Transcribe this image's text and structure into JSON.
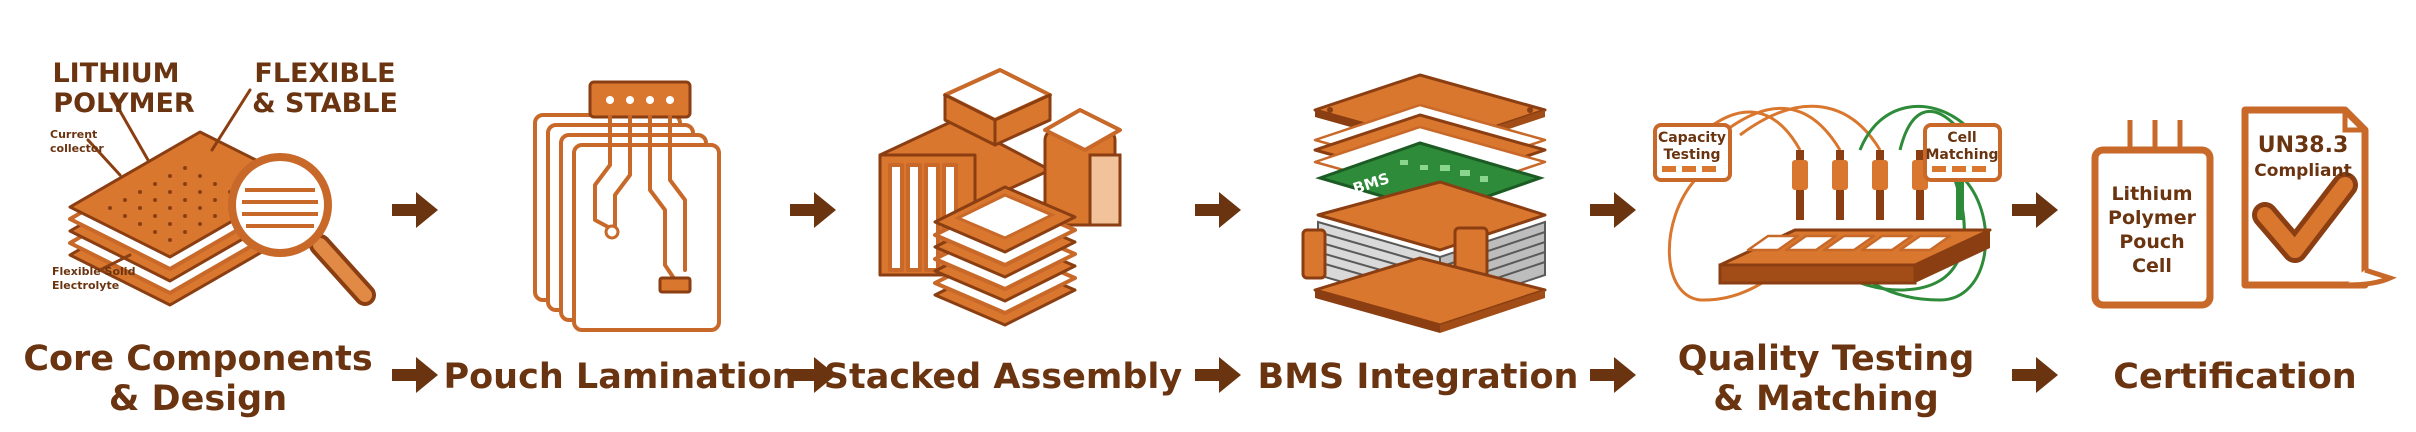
{
  "steps": [
    {
      "title_line1": "Core Components",
      "title_line2": "& Design",
      "callout_left_1": "LITHIUM",
      "callout_left_2": "POLYMER",
      "callout_right_1": "FLEXIBLE",
      "callout_right_2": "& STABLE",
      "label_collector_1": "Current",
      "label_collector_2": "collector",
      "label_electrolyte_1": "Flexible Solid",
      "label_electrolyte_2": "Electrolyte"
    },
    {
      "title": "Pouch Lamination"
    },
    {
      "title": "Stacked Assembly"
    },
    {
      "title": "BMS Integration",
      "pcb_label": "BMS"
    },
    {
      "title_line1": "Quality Testing",
      "title_line2": "& Matching",
      "box_left_1": "Capacity",
      "box_left_2": "Testing",
      "box_right_1": "Cell",
      "box_right_2": "Matching"
    },
    {
      "title": "Certification",
      "cell_label_1": "Lithium",
      "cell_label_2": "Polymer",
      "cell_label_3": "Pouch",
      "cell_label_4": "Cell",
      "cert_label_1": "UN38.3",
      "cert_label_2": "Compliant"
    }
  ],
  "colors": {
    "brown": "#6b3410",
    "orange": "#d9772f",
    "outline": "#c8692a",
    "green": "#2e8b3a"
  }
}
